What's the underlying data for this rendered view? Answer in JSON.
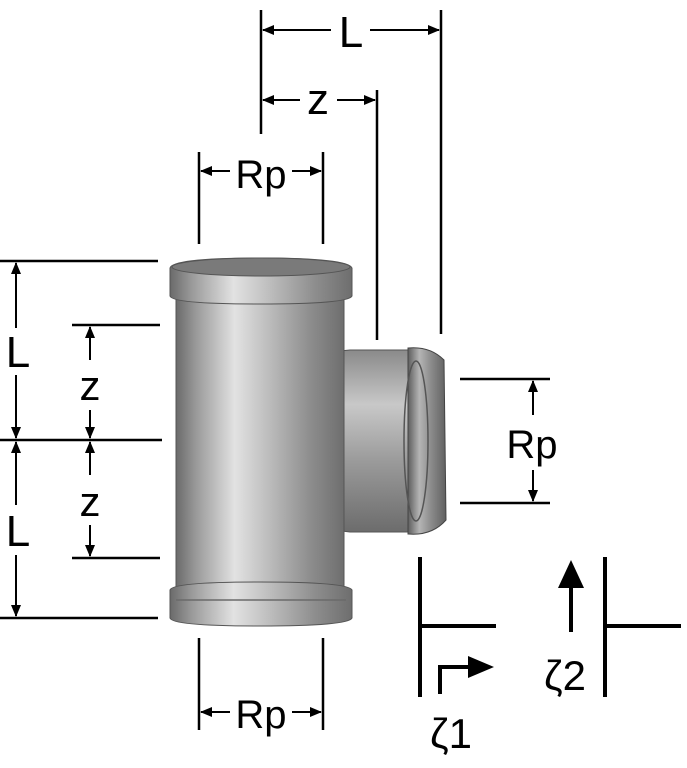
{
  "labels": {
    "top_L": "L",
    "top_z": "z",
    "top_Rp": "Rp",
    "left_L_upper": "L",
    "left_z_upper": "z",
    "left_z_lower": "z",
    "left_L_lower": "L",
    "right_Rp": "Rp",
    "bottom_Rp": "Rp",
    "zeta1": "ζ1",
    "zeta2": "ζ2"
  },
  "colors": {
    "line": "#000000",
    "metal_dark": "#6f6f6f",
    "metal_mid": "#a9a9a9",
    "metal_light": "#e6e6e6"
  }
}
